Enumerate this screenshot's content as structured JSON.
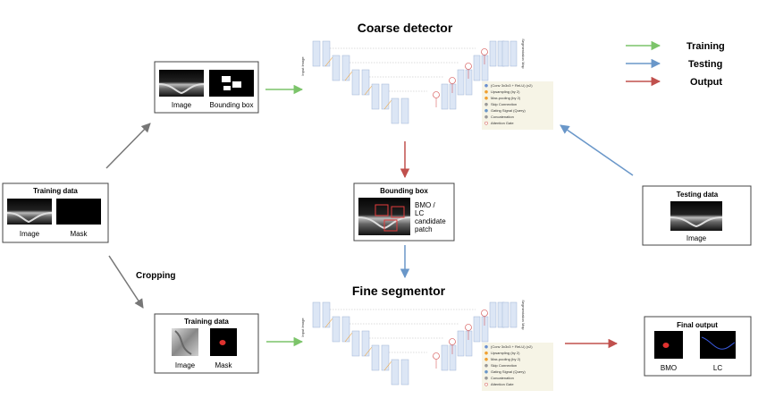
{
  "titles": {
    "coarse": "Coarse detector",
    "fine": "Fine segmentor"
  },
  "legend": {
    "training": "Training",
    "testing": "Testing",
    "output": "Output",
    "colors": {
      "training": "#7cc46a",
      "testing": "#6a97c9",
      "output": "#c0504d"
    }
  },
  "training_box": {
    "title": "Training data",
    "image_label": "Image",
    "mask_label": "Mask"
  },
  "coarse_input": {
    "image_label": "Image",
    "bbox_label": "Bounding box"
  },
  "cropping_label": "Cropping",
  "bbox_result": {
    "title": "Bounding box",
    "caption": [
      "BMO /",
      "LC",
      "candidate",
      "patch"
    ]
  },
  "testing_box": {
    "title": "Testing data",
    "image_label": "Image"
  },
  "fine_input": {
    "title": "Training data",
    "image_label": "Image",
    "mask_label": "Mask"
  },
  "final_output": {
    "title": "Final output",
    "bmo_label": "BMO",
    "lc_label": "LC"
  },
  "network": {
    "input_label": "Input Image",
    "output_label": "Segmentation Map",
    "legend_items": [
      "(Conv 3x3x3 + ReLU) (x2)",
      "Upsampling (by 2)",
      "Max-pooling (by 2)",
      "Skip Connection",
      "Gating Signal (Query)",
      "Concatenation",
      "Attention Gate"
    ]
  }
}
